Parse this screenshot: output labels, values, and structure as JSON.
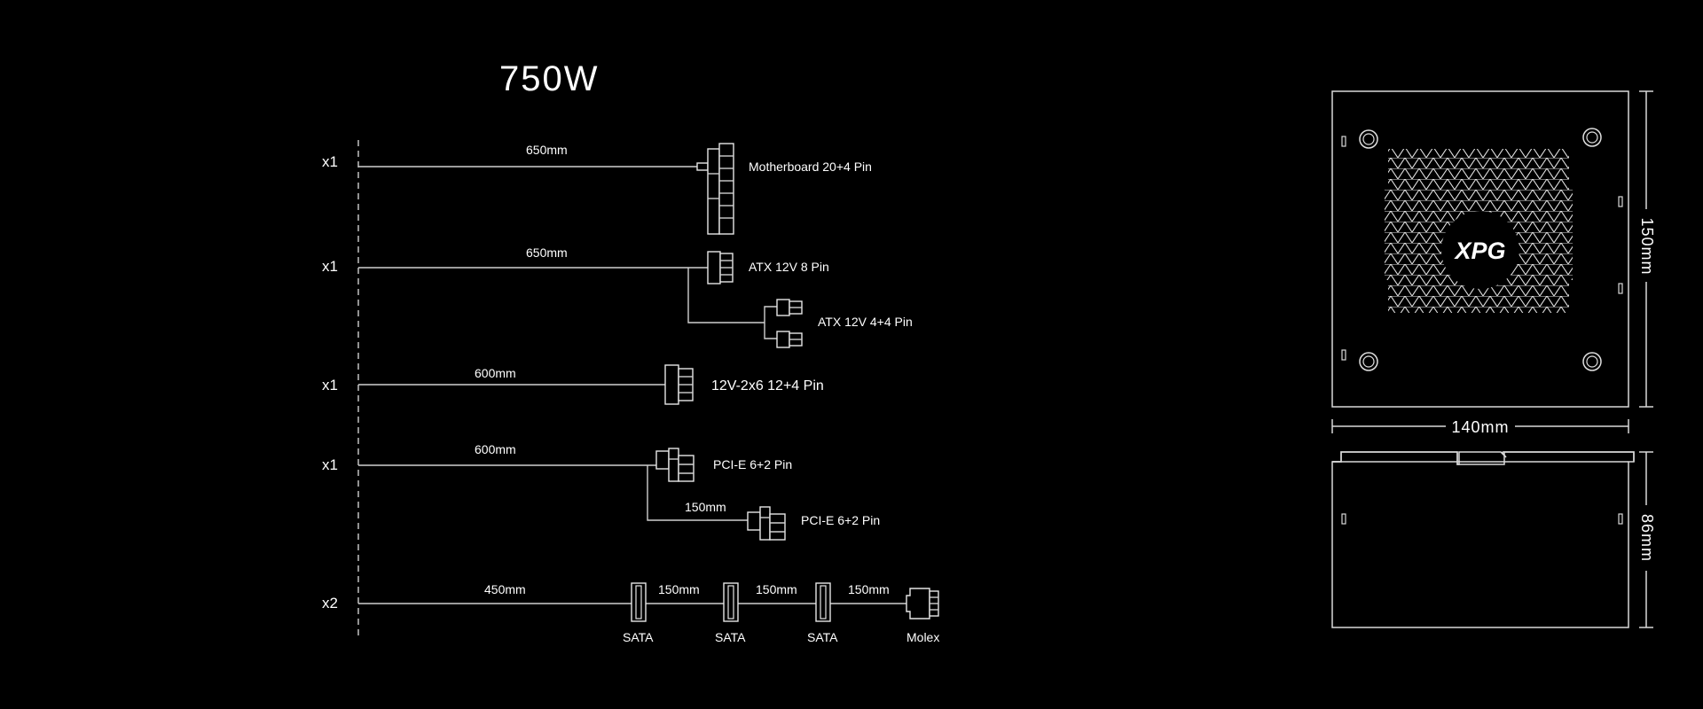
{
  "title": "750W",
  "cables": [
    {
      "qty": "x1",
      "length": "650mm",
      "label": "Motherboard 20+4 Pin"
    },
    {
      "qty": "x1",
      "length": "650mm",
      "label": "ATX 12V 8 Pin",
      "branch_label": "ATX 12V 4+4 Pin"
    },
    {
      "qty": "x1",
      "length": "600mm",
      "label": "12V-2x6 12+4 Pin"
    },
    {
      "qty": "x1",
      "length": "600mm",
      "label": "PCI-E 6+2 Pin",
      "branch_length": "150mm",
      "branch_label": "PCI-E 6+2 Pin"
    },
    {
      "qty": "x2",
      "length": "450mm",
      "segments": [
        "150mm",
        "150mm",
        "150mm"
      ],
      "connectors": [
        "SATA",
        "SATA",
        "SATA",
        "Molex"
      ]
    }
  ],
  "psu": {
    "logo": "XPG",
    "height": "150mm",
    "width": "140mm",
    "depth": "86mm"
  }
}
